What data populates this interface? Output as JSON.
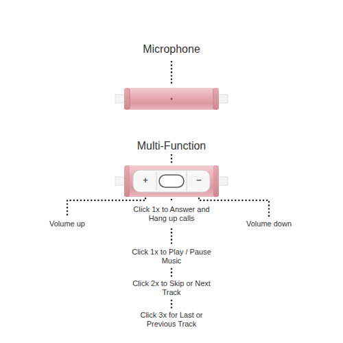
{
  "diagram": {
    "labels": [
      "Microphone",
      "Multi-Function",
      "+",
      "−",
      "Volume up",
      "Click 1x to Answer and Hang up calls",
      "Volume down",
      "Click 1x to Play / Pause Music",
      "Click 2x to Skip or Next Track",
      "Click 3x for Last or Previous Track"
    ]
  }
}
